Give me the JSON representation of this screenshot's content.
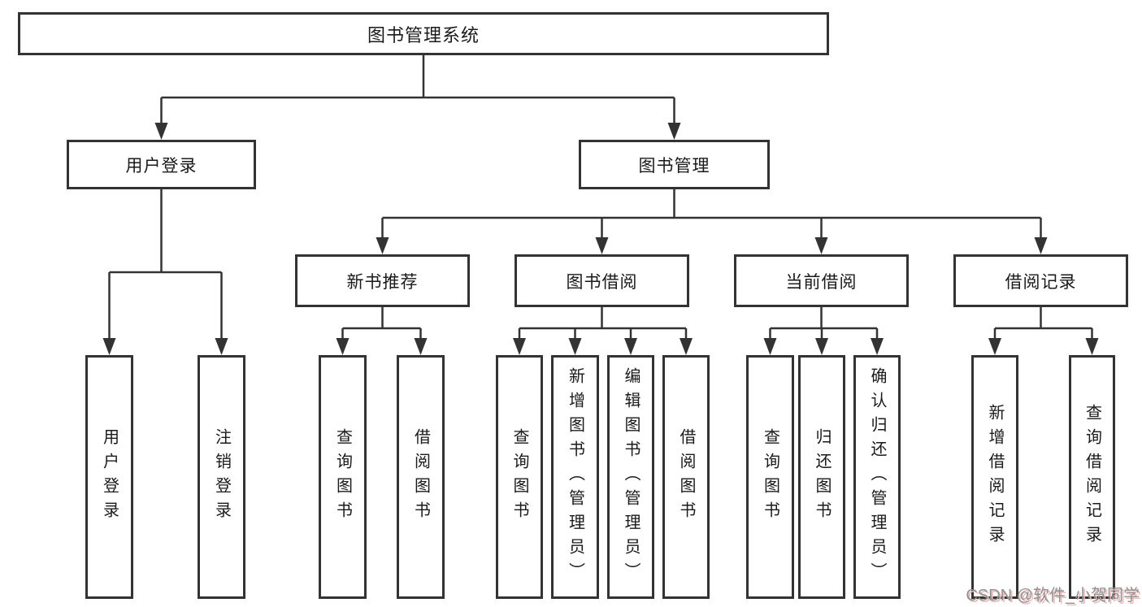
{
  "diagram": {
    "root": {
      "label": "图书管理系统"
    },
    "level2": [
      {
        "label": "用户登录"
      },
      {
        "label": "图书管理"
      }
    ],
    "level3": [
      {
        "label": "新书推荐"
      },
      {
        "label": "图书借阅"
      },
      {
        "label": "当前借阅"
      },
      {
        "label": "借阅记录"
      }
    ],
    "leaves": {
      "user_login": [
        "用户登录",
        "注销登录"
      ],
      "new_book_recommend": [
        "查询图书",
        "借阅图书"
      ],
      "book_borrow": [
        "查询图书",
        "新增图书（管理员）",
        "编辑图书（管理员）",
        "借阅图书"
      ],
      "current_borrow": [
        "查询图书",
        "归还图书",
        "确认归还（管理员）"
      ],
      "borrow_records": [
        "新增借阅记录",
        "查询借阅记录"
      ]
    }
  },
  "watermark": {
    "text": "CSDN @软件_小贺同学"
  },
  "colors": {
    "line": "#333333",
    "box_border": "#333333",
    "background": "#ffffff",
    "text": "#1a1a1a",
    "watermark": "#919191"
  }
}
